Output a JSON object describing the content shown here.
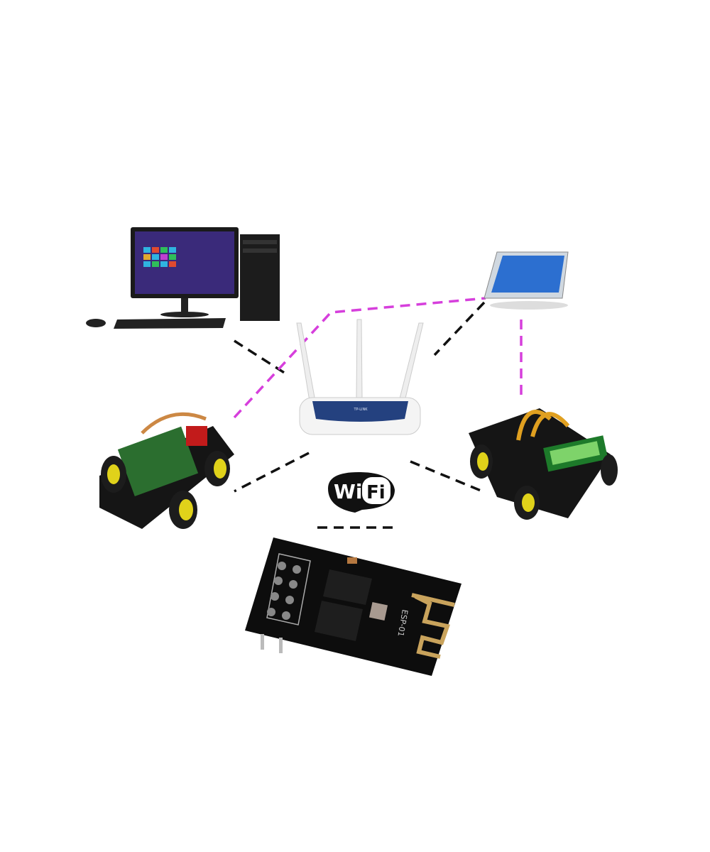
{
  "diagram": {
    "nodes": [
      {
        "id": "desktop-pc",
        "icon": "desktop-computer-icon"
      },
      {
        "id": "smartphone",
        "icon": "smartphone-icon"
      },
      {
        "id": "router",
        "icon": "wifi-router-icon",
        "label": "TP-LINK"
      },
      {
        "id": "robot-car-left",
        "icon": "robot-car-icon"
      },
      {
        "id": "robot-car-right",
        "icon": "robot-car-icon"
      },
      {
        "id": "esp-module",
        "icon": "esp8266-module-icon",
        "label": "ESP-01"
      }
    ],
    "wifi_logo": {
      "left": "Wi",
      "right": "Fi"
    },
    "colors": {
      "wired_link": "#111111",
      "wireless_link": "#d63fdc"
    }
  }
}
